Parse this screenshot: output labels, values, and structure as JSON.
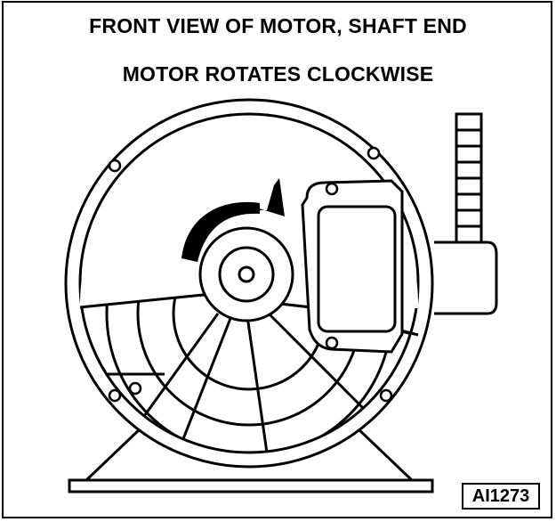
{
  "diagram": {
    "title_line1": "FRONT VIEW OF MOTOR, SHAFT END",
    "title_line2": "MOTOR ROTATES CLOCKWISE",
    "figure_id": "AI1273"
  },
  "colors": {
    "ink": "#000000",
    "paper": "#ffffff"
  }
}
